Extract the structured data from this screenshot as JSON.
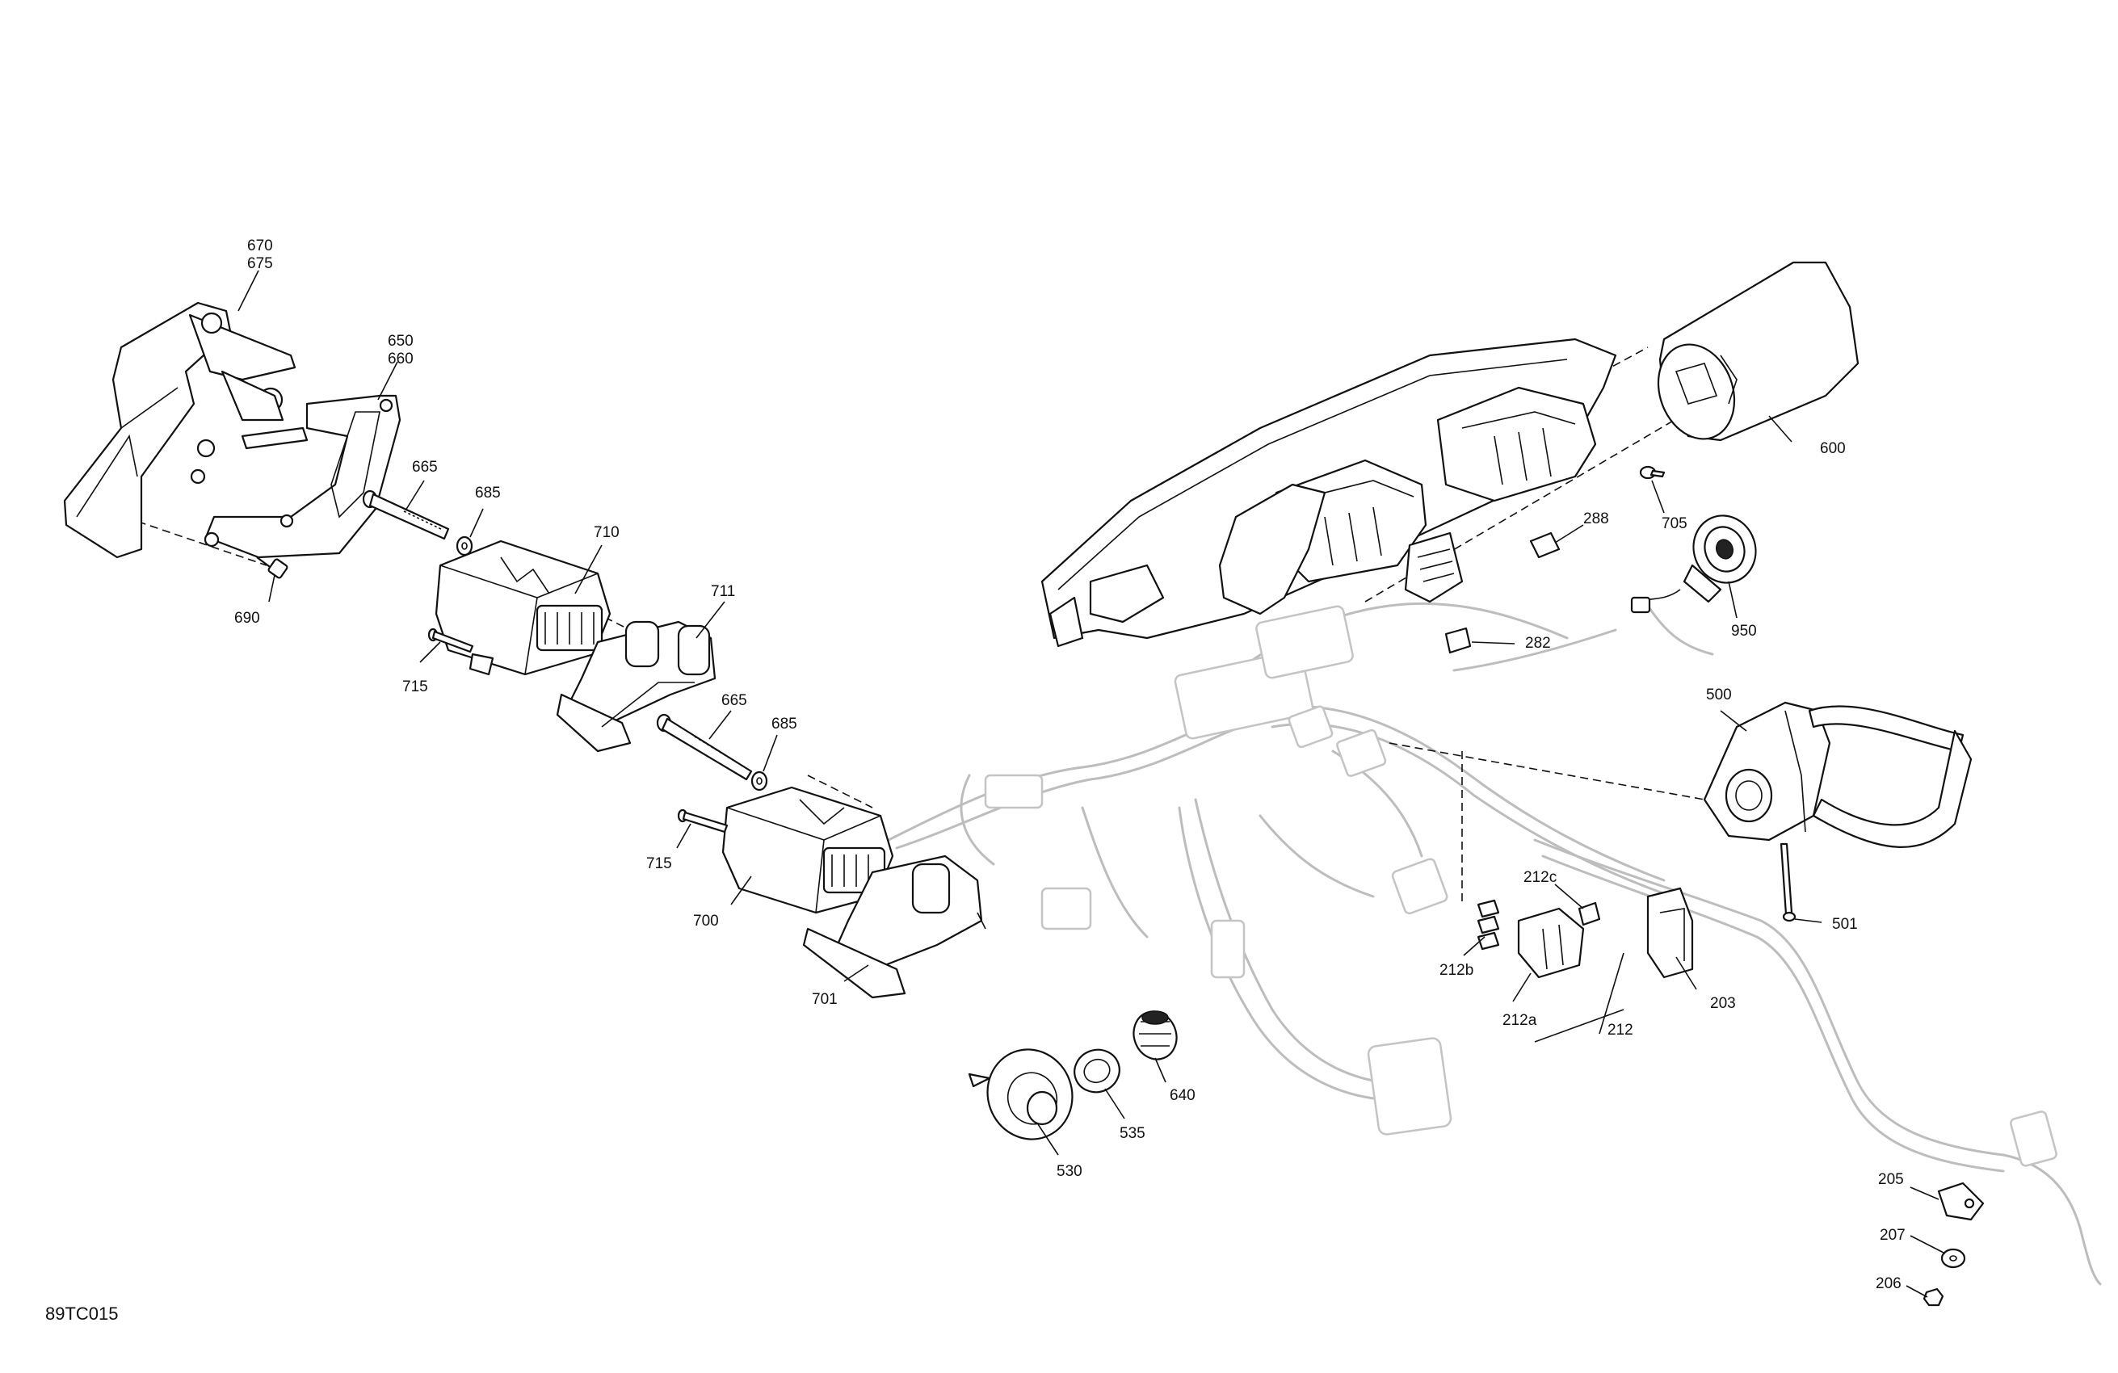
{
  "figure_id": "89TC015",
  "callouts": [
    {
      "id": "c670",
      "label": "670"
    },
    {
      "id": "c675",
      "label": "675"
    },
    {
      "id": "c650",
      "label": "650"
    },
    {
      "id": "c660",
      "label": "660"
    },
    {
      "id": "c665a",
      "label": "665"
    },
    {
      "id": "c685a",
      "label": "685"
    },
    {
      "id": "c710",
      "label": "710"
    },
    {
      "id": "c711",
      "label": "711"
    },
    {
      "id": "c690",
      "label": "690"
    },
    {
      "id": "c715a",
      "label": "715"
    },
    {
      "id": "c665b",
      "label": "665"
    },
    {
      "id": "c685b",
      "label": "685"
    },
    {
      "id": "c715b",
      "label": "715"
    },
    {
      "id": "c700",
      "label": "700"
    },
    {
      "id": "c701",
      "label": "701"
    },
    {
      "id": "c600",
      "label": "600"
    },
    {
      "id": "c288",
      "label": "288"
    },
    {
      "id": "c705",
      "label": "705"
    },
    {
      "id": "c950",
      "label": "950"
    },
    {
      "id": "c282",
      "label": "282"
    },
    {
      "id": "c500",
      "label": "500"
    },
    {
      "id": "c501",
      "label": "501"
    },
    {
      "id": "c212c",
      "label": "212c"
    },
    {
      "id": "c212b",
      "label": "212b"
    },
    {
      "id": "c212a",
      "label": "212a"
    },
    {
      "id": "c212",
      "label": "212"
    },
    {
      "id": "c203",
      "label": "203"
    },
    {
      "id": "c640",
      "label": "640"
    },
    {
      "id": "c535",
      "label": "535"
    },
    {
      "id": "c530",
      "label": "530"
    },
    {
      "id": "c205",
      "label": "205"
    },
    {
      "id": "c207",
      "label": "207"
    },
    {
      "id": "c206",
      "label": "206"
    }
  ]
}
